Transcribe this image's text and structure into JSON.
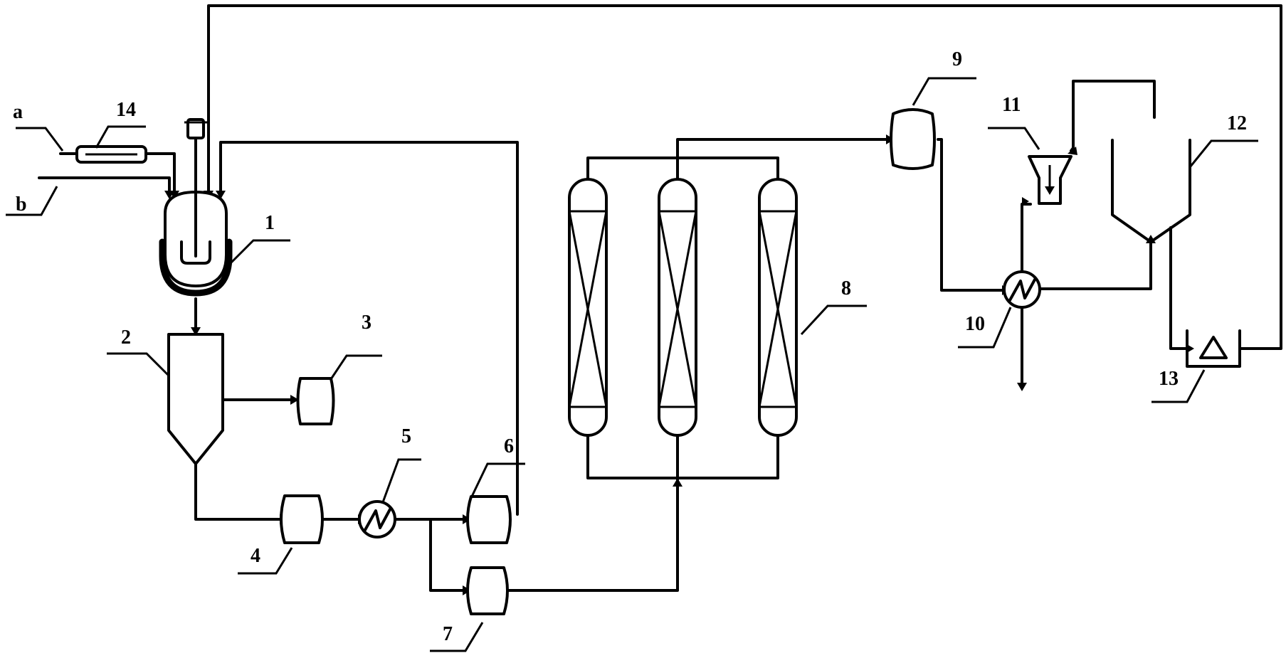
{
  "labels": {
    "a": "a",
    "b": "b",
    "n1": "1",
    "n2": "2",
    "n3": "3",
    "n4": "4",
    "n5": "5",
    "n6": "6",
    "n7": "7",
    "n8": "8",
    "n9": "9",
    "n10": "10",
    "n11": "11",
    "n12": "12",
    "n13": "13",
    "n14": "14"
  }
}
